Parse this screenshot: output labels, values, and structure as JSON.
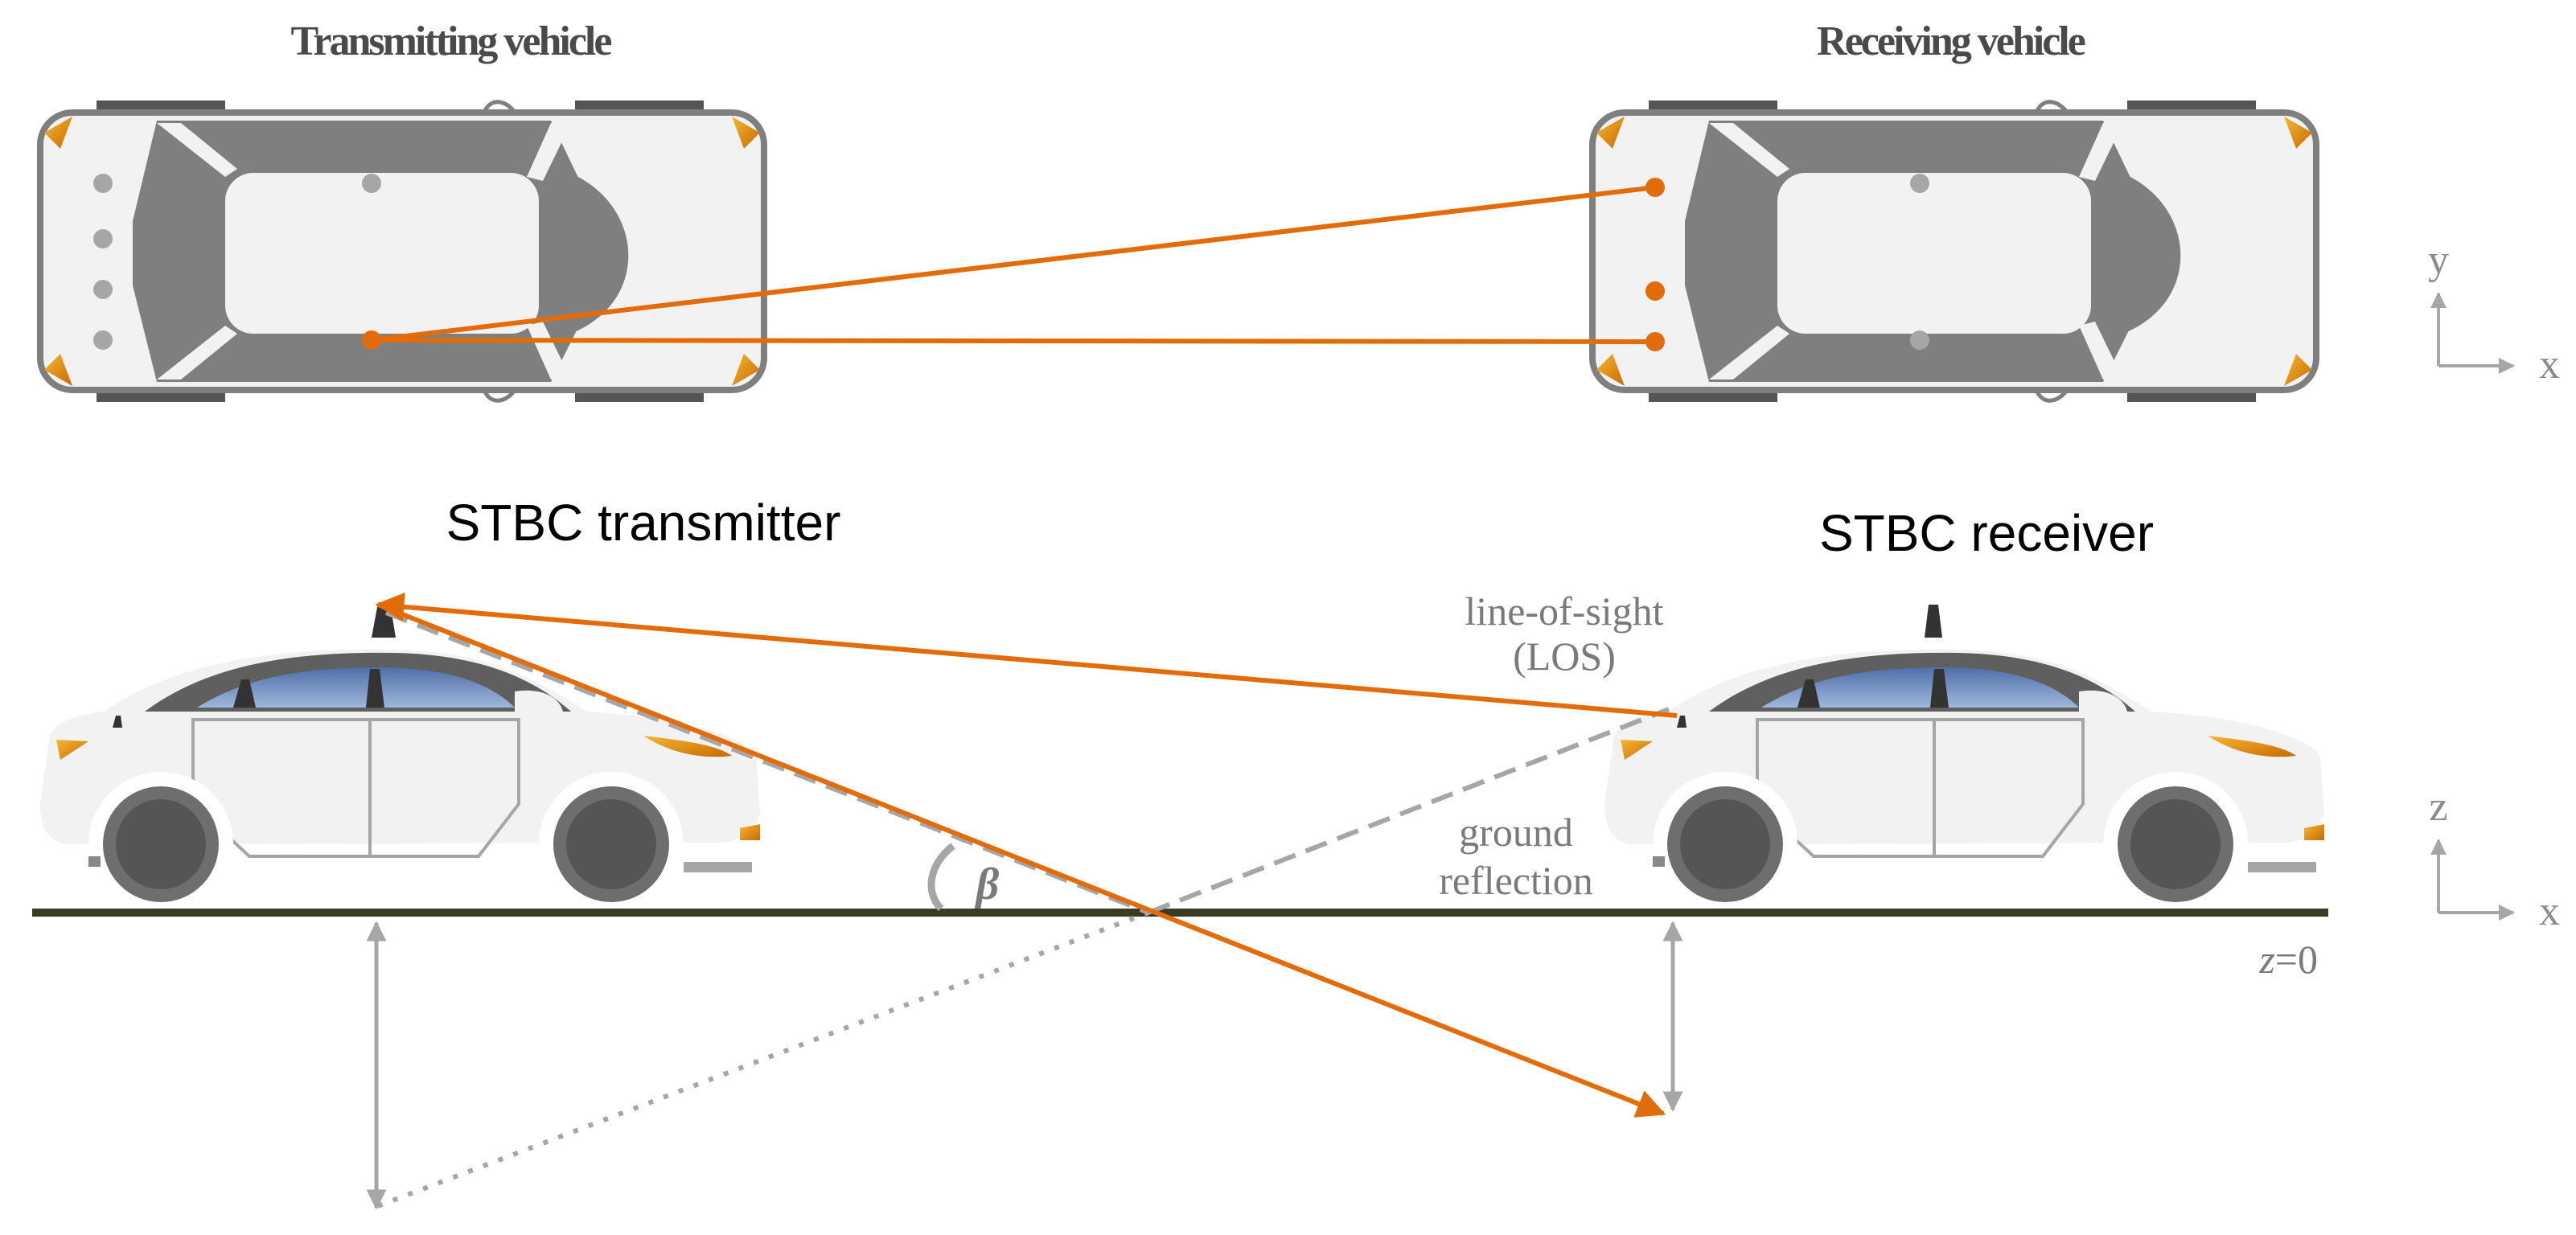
{
  "titles": {
    "transmitting_vehicle": "Transmitting vehicle",
    "receiving_vehicle": "Receiving vehicle",
    "stbc_transmitter": "STBC transmitter",
    "stbc_receiver": "STBC receiver"
  },
  "annotations": {
    "los_line1": "line-of-sight",
    "los_line2": "(LOS)",
    "ground_line1": "ground",
    "ground_line2": "reflection",
    "angle": "β",
    "z_zero_var": "z",
    "z_zero_val": "=0"
  },
  "axes": {
    "top": {
      "vertical": "y",
      "horizontal": "x"
    },
    "bottom": {
      "vertical": "z",
      "horizontal": "x"
    }
  },
  "colors": {
    "signal": "#e36c0a",
    "vehicle_dark": "#7f7f7f",
    "vehicle_body": "#f2f2f2",
    "dashed_path": "#a6a6a6",
    "ground": "#3b3a25",
    "indicator": "#f5a623"
  }
}
